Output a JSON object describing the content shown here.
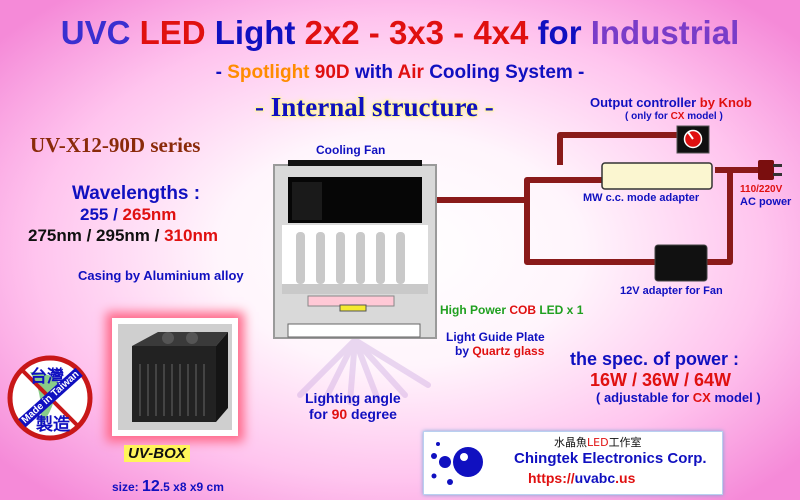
{
  "title": {
    "parts": [
      {
        "text": "UVC ",
        "color": "#3a2fd0"
      },
      {
        "text": "LED ",
        "color": "#e01010"
      },
      {
        "text": "Light ",
        "color": "#1010c0"
      },
      {
        "text": "2x2 - 3x3 - 4x4 ",
        "color": "#e01010"
      },
      {
        "text": "for ",
        "color": "#1010c0"
      },
      {
        "text": "Industrial",
        "color": "#7a3cc8"
      }
    ]
  },
  "subtitle": {
    "parts": [
      {
        "text": "- ",
        "color": "#1010c0"
      },
      {
        "text": "Spotlight ",
        "color": "#ff8c00"
      },
      {
        "text": "90D ",
        "color": "#e01010"
      },
      {
        "text": "with ",
        "color": "#1010c0"
      },
      {
        "text": "Air ",
        "color": "#e01010"
      },
      {
        "text": "Cooling System -",
        "color": "#1010c0"
      }
    ]
  },
  "heading": "- Internal structure -",
  "series": "UV-X12-90D series",
  "wavelengths": {
    "label": "Wavelengths :",
    "line1_a": "255 / ",
    "line1_b": "265nm",
    "line2_a": "275nm / 295nm / ",
    "line2_b": "310nm"
  },
  "casing": "Casing by Aluminium alloy",
  "labels": {
    "cooling_fan": "Cooling Fan",
    "output_a": "Output controller ",
    "output_b": "by Knob",
    "only_a": "( only for ",
    "only_b": "CX",
    "only_c": " model )",
    "mw_adapter": "MW c.c. mode adapter",
    "ac_1": "110/220V",
    "ac_2": "AC power",
    "adapter_fan": "12V adapter for Fan",
    "cob_a": "High Power ",
    "cob_b": "COB",
    "cob_c": " LED x 1",
    "lgp_1": "Light Guide Plate",
    "lgp_2a": "by ",
    "lgp_2b": "Quartz glass",
    "angle_1": "Lighting angle",
    "angle_2a": "for ",
    "angle_2b": "90",
    "angle_2c": " degree"
  },
  "power": {
    "label": "the spec. of power :",
    "values": "16W / 36W / 64W",
    "note_a": "( adjustable for ",
    "note_b": "CX",
    "note_c": " model )"
  },
  "badge": {
    "top": "台灣",
    "ring": "Made in Taiwan",
    "bottom": "製造"
  },
  "product": {
    "name": "UV-BOX",
    "size_a": "size: ",
    "size_b": "12",
    "size_c": ".5 x8 x9  cm"
  },
  "company": {
    "cn_a": "水晶魚",
    "cn_b": "LED",
    "cn_c": "工作室",
    "name": "Chingtek Electronics Corp.",
    "url_a": "https://",
    "url_b": "uvabc",
    "url_c": ".us"
  },
  "colors": {
    "blue": "#1010c0",
    "red": "#e01010",
    "orange": "#ff8c00",
    "green": "#20a020",
    "brown": "#8a2a0a",
    "cable": "#8a1a1a"
  }
}
